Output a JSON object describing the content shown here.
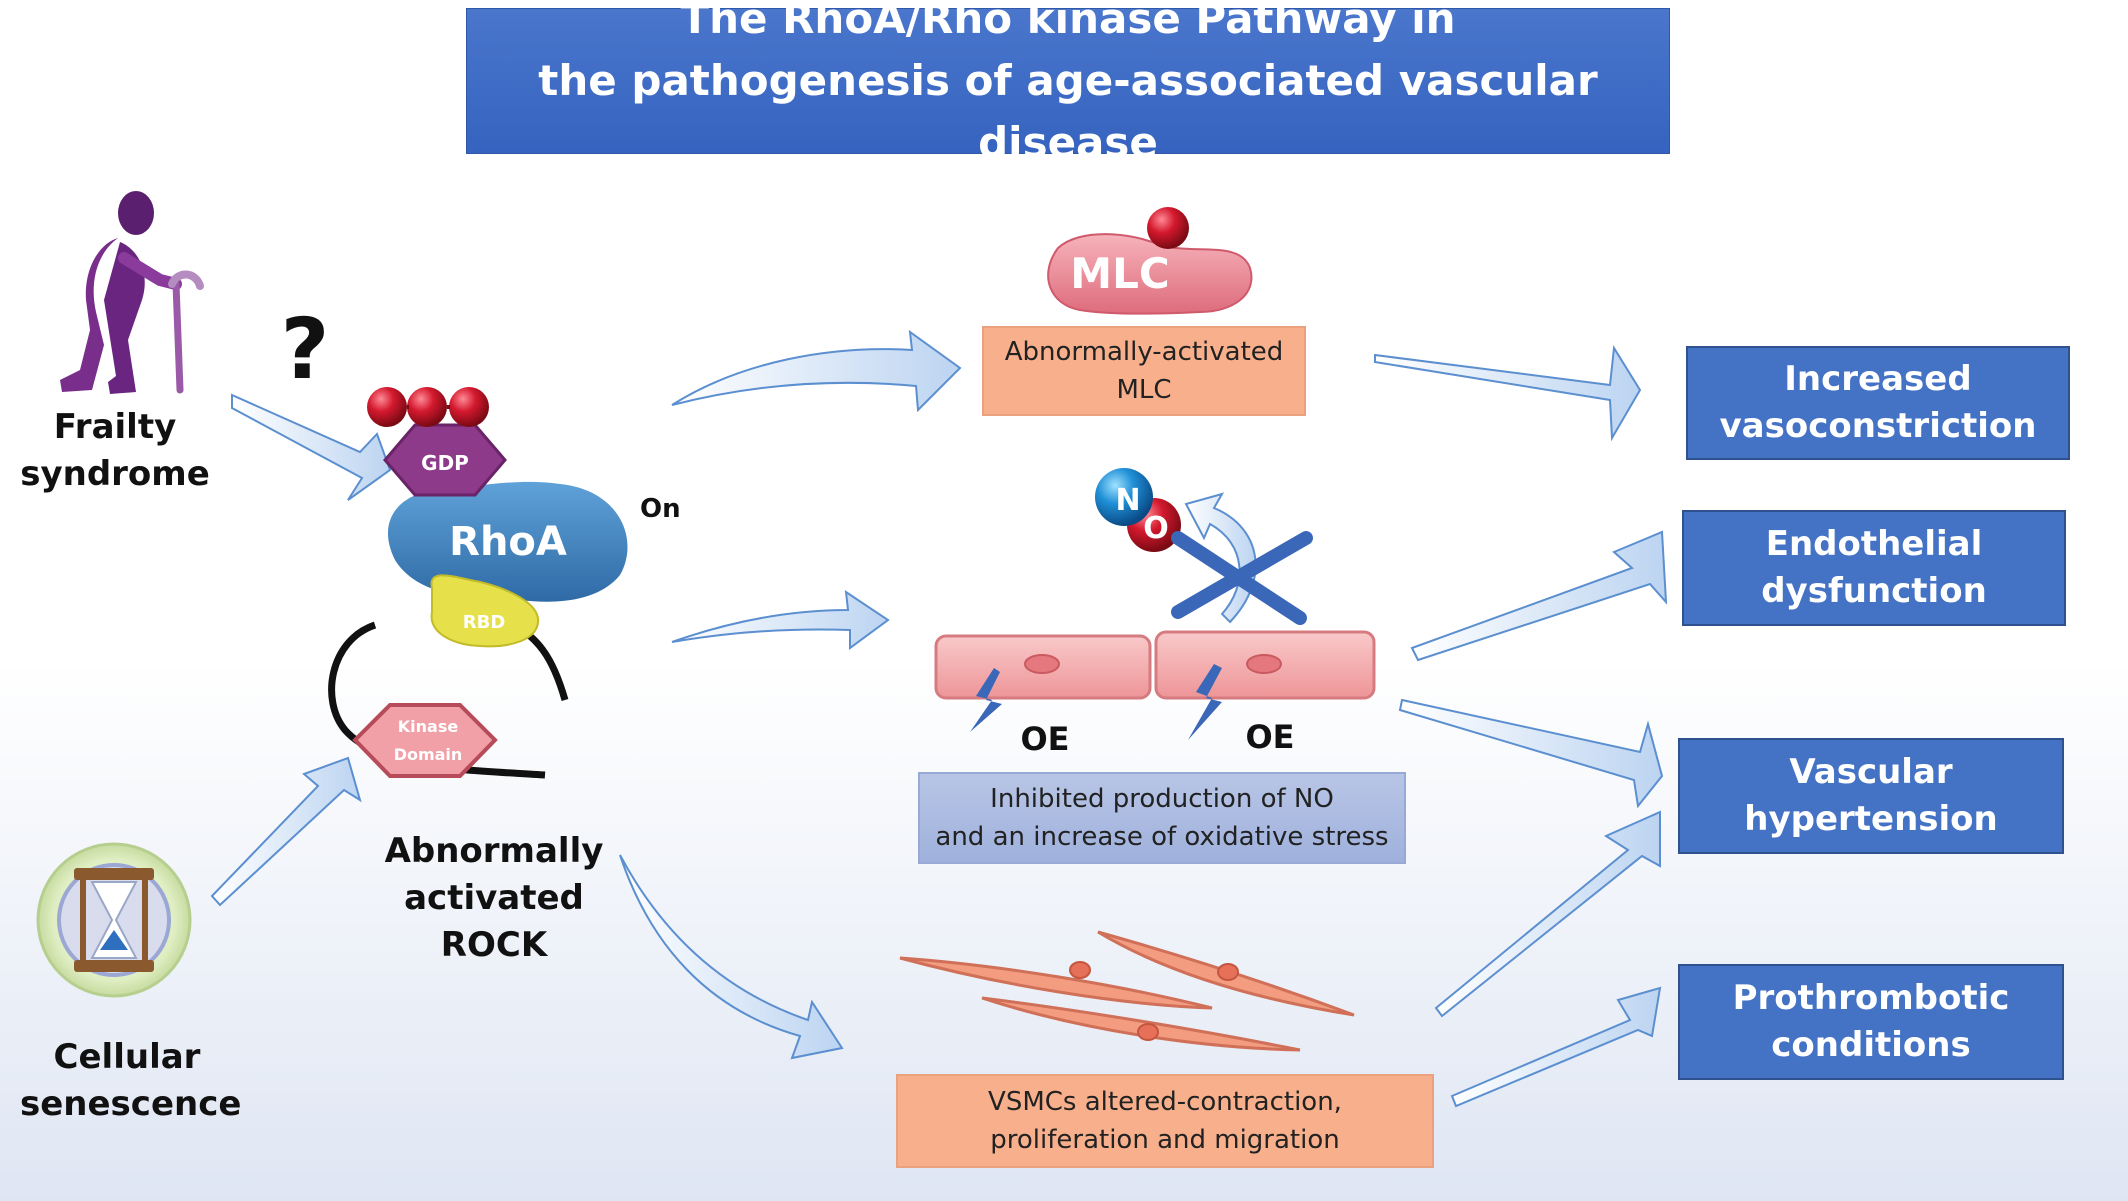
{
  "title": {
    "line1": "The RhoA/Rho kinase Pathway in",
    "line2": "the pathogenesis of age-associated vascular disease"
  },
  "causes": {
    "frailty": {
      "line1": "Frailty",
      "line2": "syndrome"
    },
    "question_mark": "?",
    "senescence": {
      "line1": "Cellular",
      "line2": "senescence"
    }
  },
  "rhoa": {
    "gdp_label": "GDP",
    "rhoa_label": "RhoA",
    "on_label": "On",
    "rbd_label": "RBD",
    "kinase_line1": "Kinase",
    "kinase_line2": "Domain",
    "rock_line1": "Abnormally",
    "rock_line2": "activated",
    "rock_line3": "ROCK"
  },
  "mechanisms": {
    "mlc_label": "MLC",
    "mlc_box": {
      "line1": "Abnormally-activated",
      "line2": "MLC"
    },
    "no_n": "N",
    "no_o": "O",
    "oe_left": "OE",
    "oe_right": "OE",
    "no_box": {
      "line1": "Inhibited production of NO",
      "line2": "and an increase of oxidative stress"
    },
    "vsmc_box": {
      "line1": "VSMCs altered-contraction,",
      "line2": "proliferation and migration"
    }
  },
  "outcomes": [
    {
      "line1": "Increased",
      "line2": "vasoconstriction"
    },
    {
      "line1": "Endothelial",
      "line2": "dysfunction"
    },
    {
      "line1": "Vascular",
      "line2": "hypertension"
    },
    {
      "line1": "Prothrombotic",
      "line2": "conditions"
    }
  ],
  "colors": {
    "title_bg": "#3f6cc6",
    "outcome_bg": "#4472c4",
    "info_orange": "#f8b08c",
    "info_blue": "#a9b9e1",
    "arrow_fill": "#cfe0f6",
    "arrow_stroke": "#5b8fd0",
    "rhoa_blue": "#3d82c0",
    "gdp_purple": "#8e3a8a",
    "phosphate_red": "#d4192e",
    "mlc_pink": "#e9828f",
    "cell_pink": "#f2a7a9",
    "vsmc_salmon": "#f39c80",
    "rbd_yellow": "#e6e04a"
  },
  "icons": [
    "elderly-person-icon",
    "hourglass-icon",
    "no-molecule-icon",
    "lightning-icon"
  ]
}
